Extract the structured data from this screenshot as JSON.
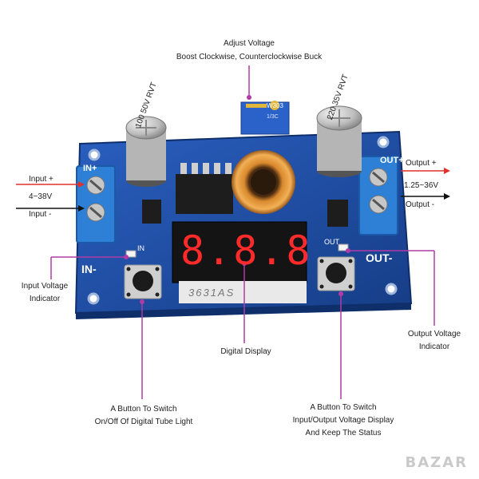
{
  "colors": {
    "pcb": "#1f4fa8",
    "pcb_dark": "#163d86",
    "terminal": "#2e7fd6",
    "callout_line": "#b23aa6",
    "arrow_red": "#e0322a",
    "arrow_black": "#111111",
    "led_red": "#ff2a2a"
  },
  "labels": {
    "adjust_title": "Adjust Voltage",
    "adjust_desc": "Boost Clockwise, Counterclockwise Buck",
    "input_plus": "Input +",
    "input_range": "4~38V",
    "input_minus": "Input -",
    "output_plus": "Output +",
    "output_range": "1.25~36V",
    "output_minus": "Output -",
    "input_indicator_1": "Input Voltage",
    "input_indicator_2": "Indicator",
    "output_indicator_1": "Output Voltage",
    "output_indicator_2": "Indicator",
    "digital_display": "Digital Display",
    "button_left_1": "A Button To Switch",
    "button_left_2": "On/Off Of Digital Tube Light",
    "button_right_1": "A Button To Switch",
    "button_right_2": "Input/Output Voltage Display",
    "button_right_3": "And Keep The Status"
  },
  "board": {
    "silk_in_plus": "IN+",
    "silk_in_minus": "IN-",
    "silk_out_plus": "OUT+",
    "silk_out_minus": "OUT-",
    "silk_in": "IN",
    "silk_out": "OUT",
    "cap_left": [
      "100",
      "50V",
      "RVT"
    ],
    "cap_right": [
      "220",
      "35V",
      "RVT"
    ],
    "pot_label": "W303",
    "pot_code": "1/3C",
    "display_digits": "8.8.8",
    "display_code": "3631AS"
  },
  "watermark": "BAZAR"
}
